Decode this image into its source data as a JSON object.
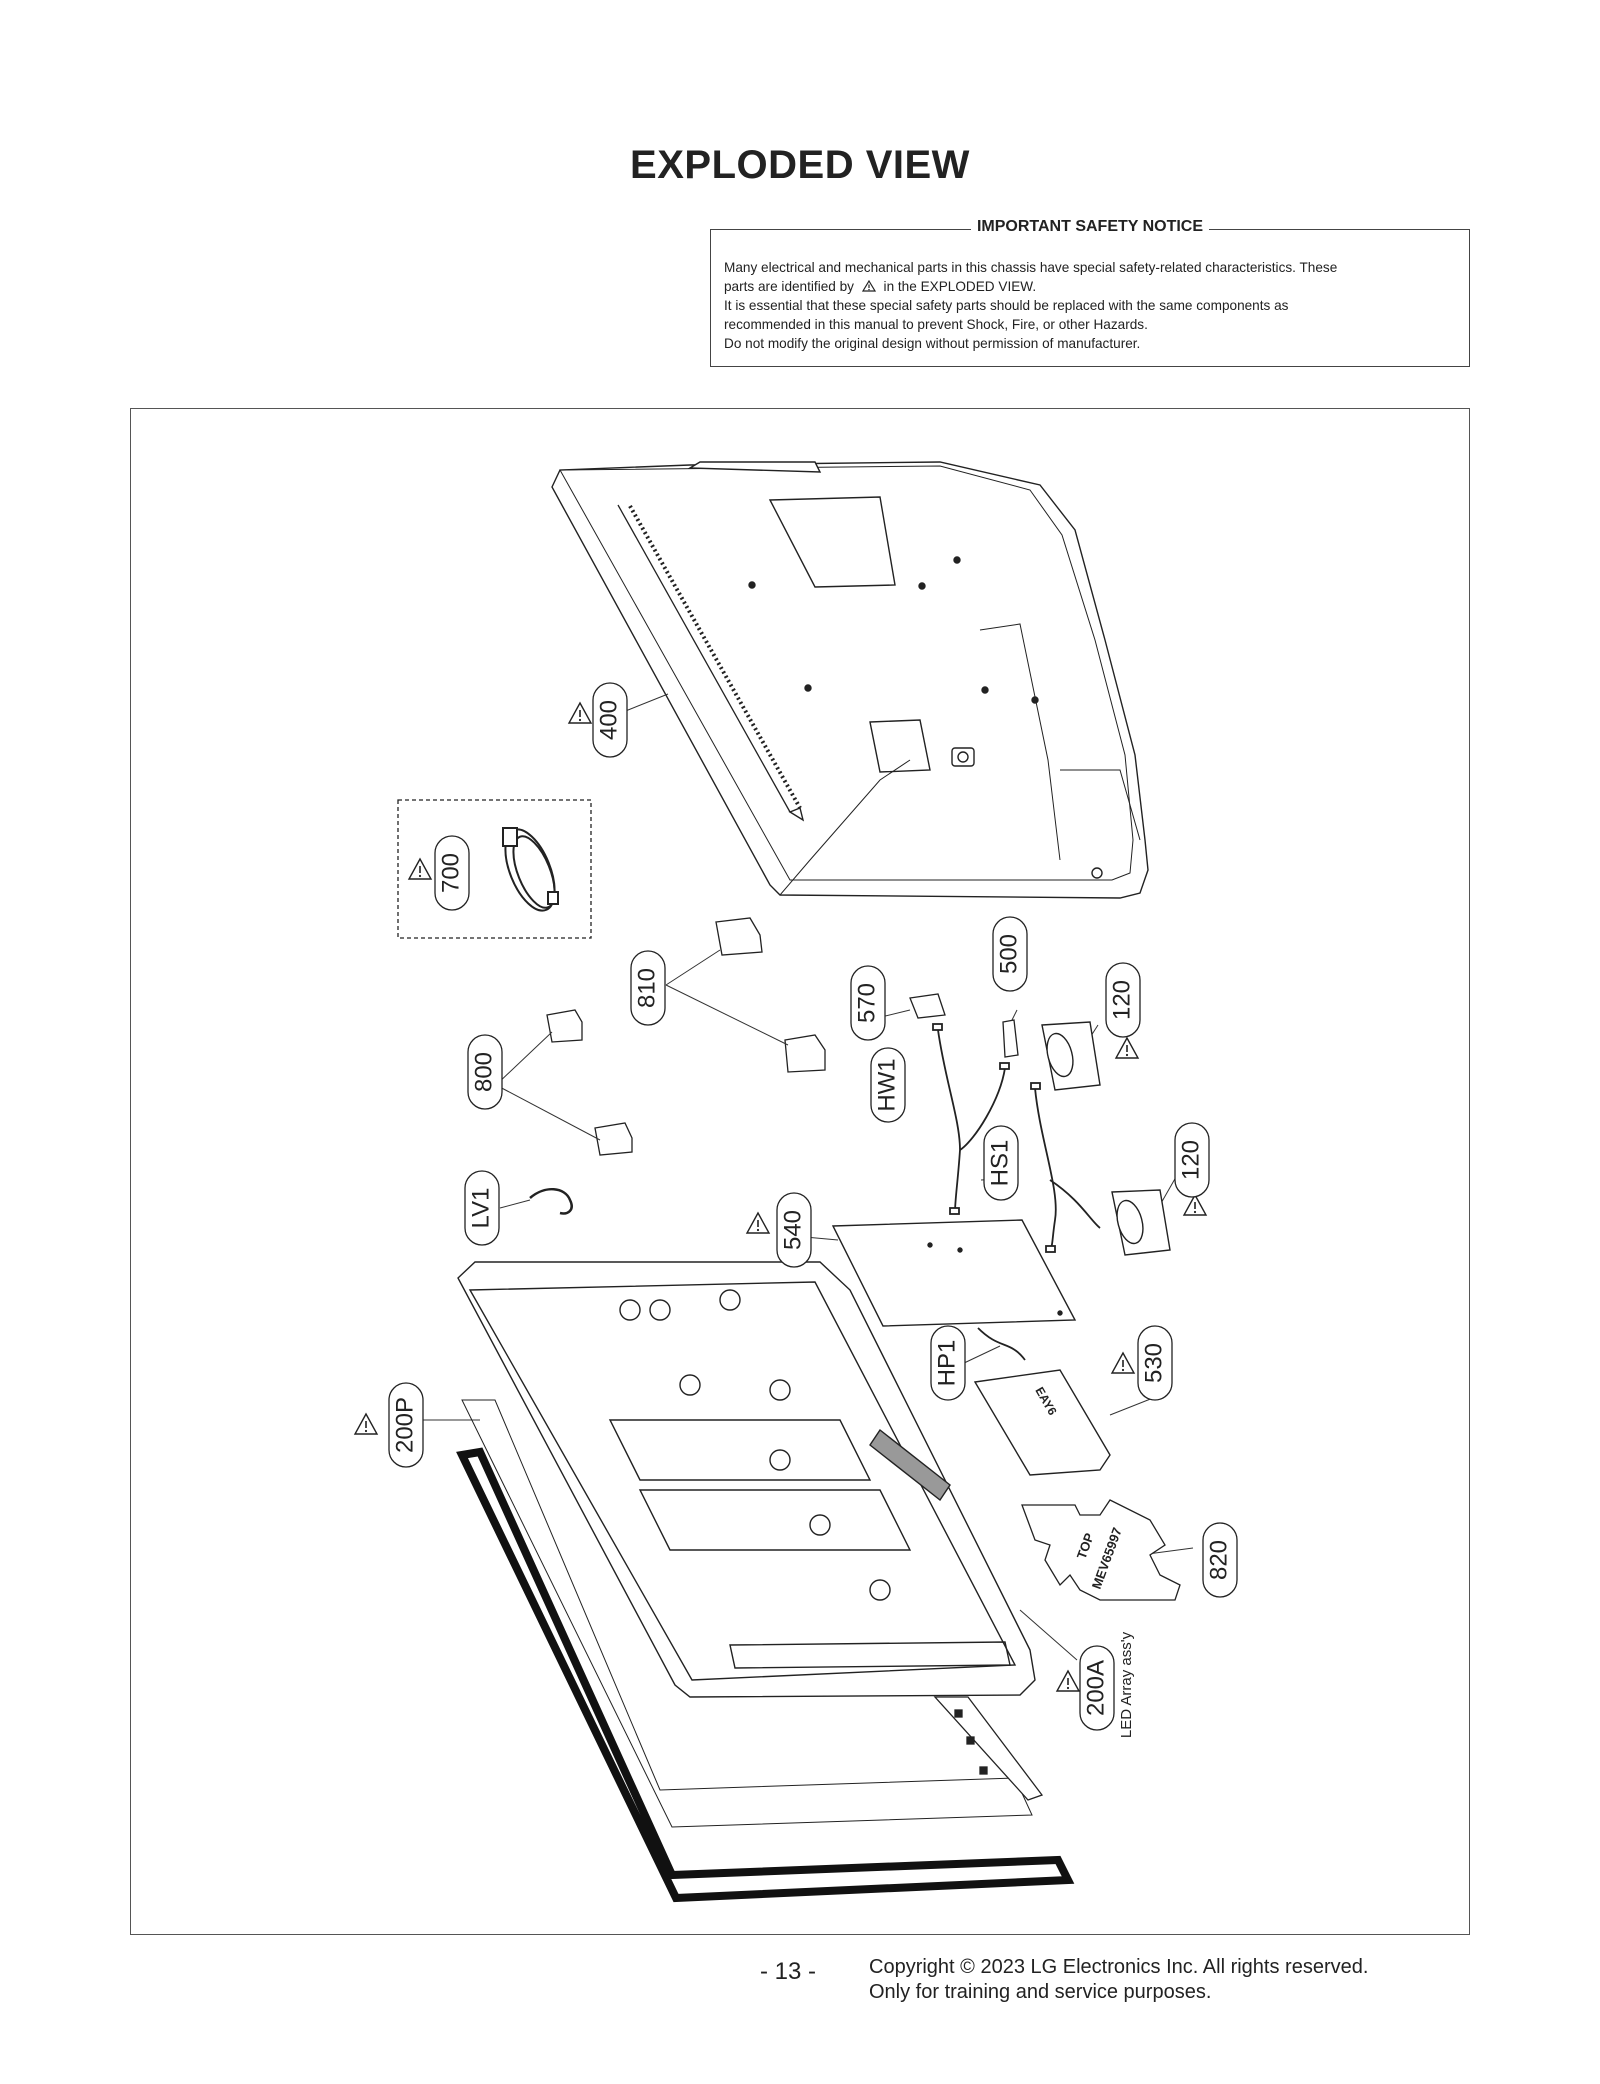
{
  "page": {
    "title": "EXPLODED VIEW",
    "page_number": "- 13 -",
    "copyright_line1": "Copyright © 2023 LG Electronics Inc. All rights reserved.",
    "copyright_line2": "Only for training and service purposes."
  },
  "notice": {
    "heading": "IMPORTANT SAFETY NOTICE",
    "line1": "Many electrical and mechanical parts in this chassis have special safety-related characteristics. These",
    "line2_before": "parts are identified by",
    "line2_after": "in the EXPLODED VIEW.",
    "line3": "It is essential that these special safety parts should be replaced with the same components as",
    "line4": "recommended in this manual to prevent Shock, Fire, or other Hazards.",
    "line5": "Do not modify the original design without permission of manufacturer."
  },
  "parts": {
    "p400": "400",
    "p700": "700",
    "p810": "810",
    "p800": "800",
    "lv1": "LV1",
    "p570": "570",
    "p500": "500",
    "p120a": "120",
    "p120b": "120",
    "hw1": "HW1",
    "hs1": "HS1",
    "p540": "540",
    "hp1": "HP1",
    "p530": "530",
    "p200p": "200P",
    "p820": "820",
    "p200a": "200A",
    "led_caption": "LED Array ass'y"
  },
  "board_markings": {
    "label_530": "EAY6",
    "label_820_top": "TOP",
    "label_820_code": "MEV65997"
  }
}
